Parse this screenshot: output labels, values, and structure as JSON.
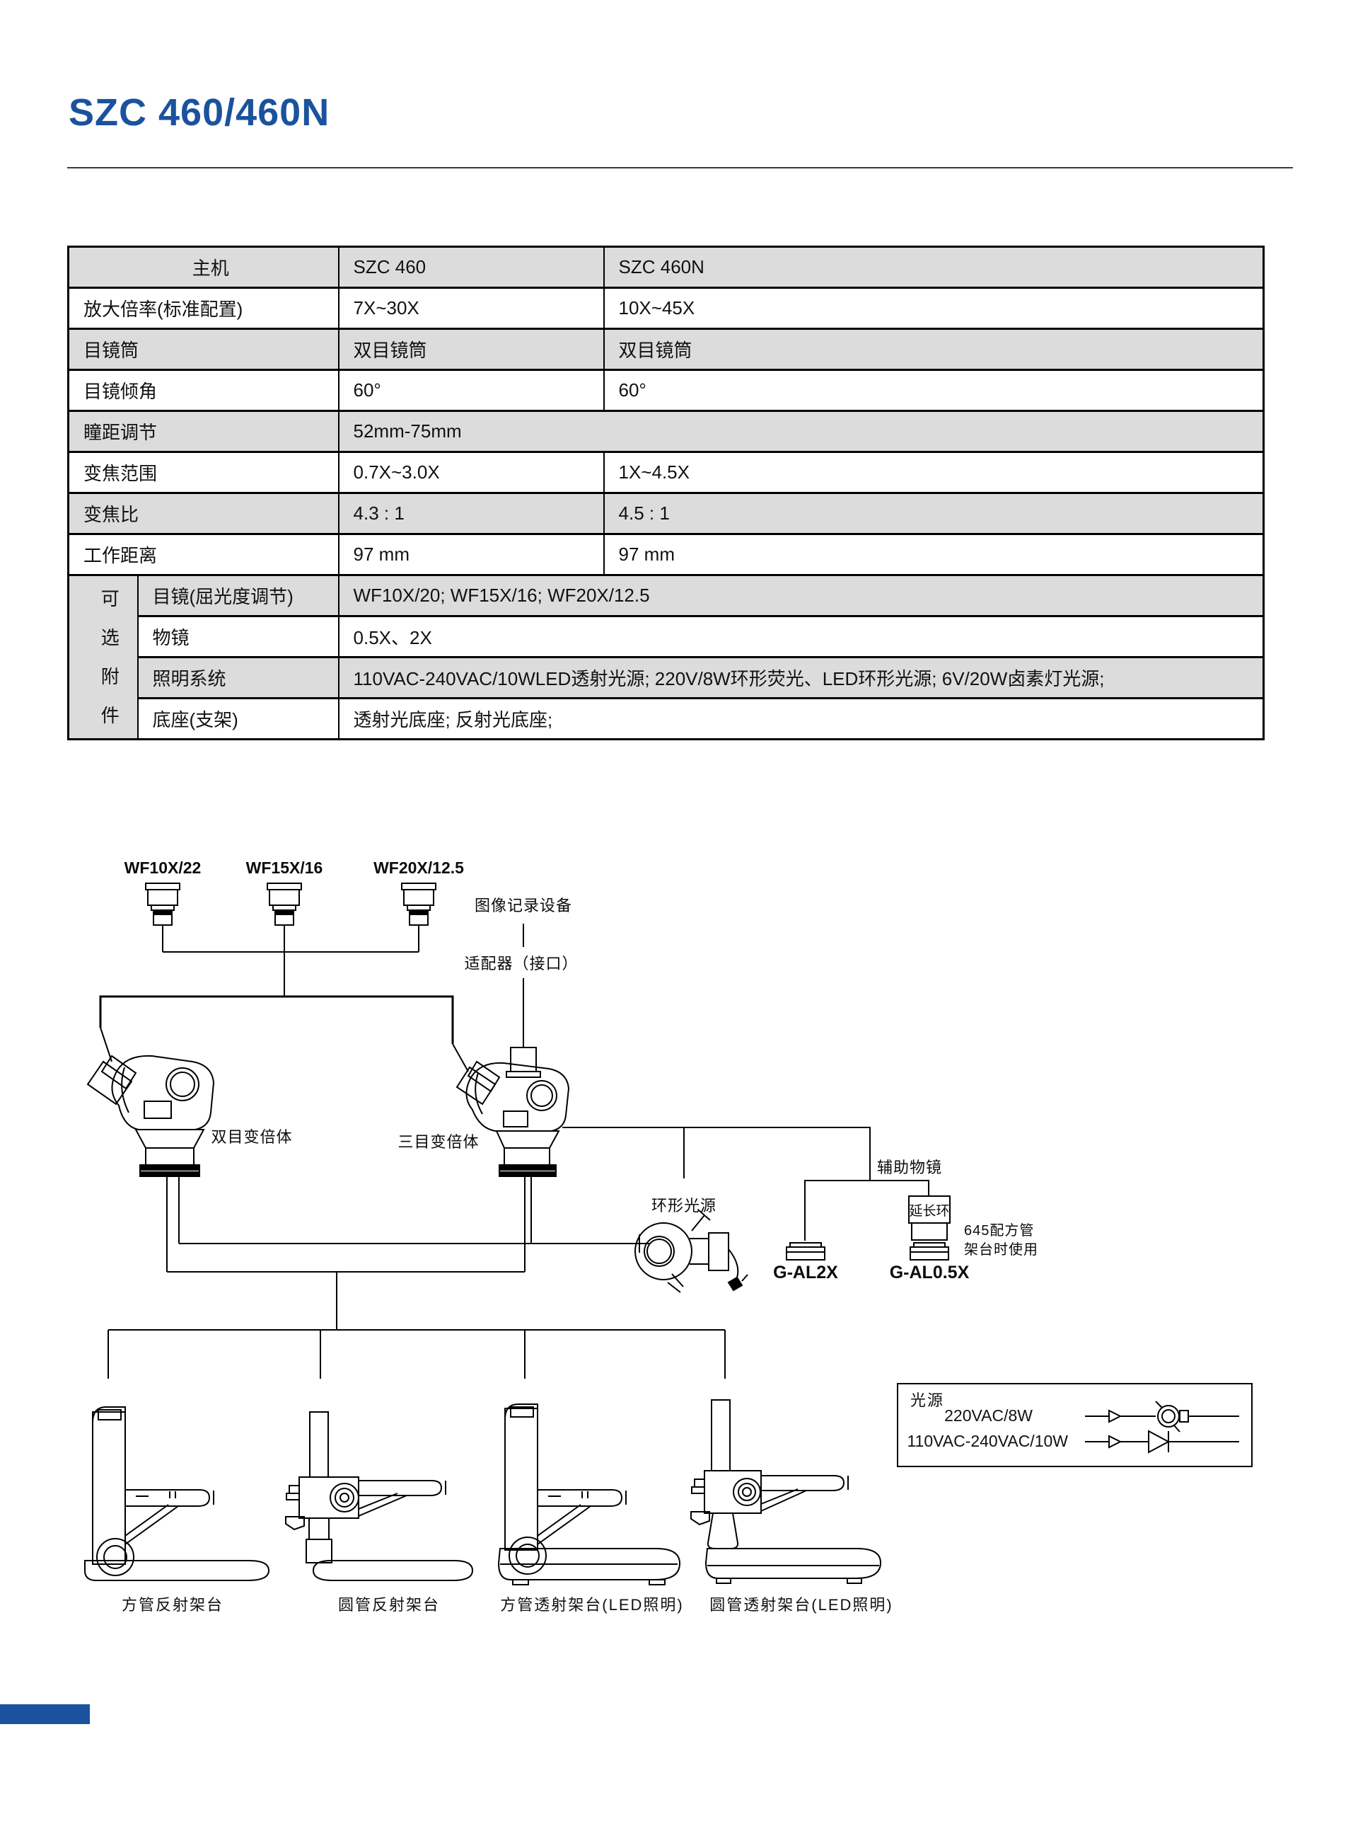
{
  "page": {
    "title": "SZC 460/460N",
    "accent_color": "#1b529e"
  },
  "spec_table": {
    "header": {
      "label": "主机",
      "col1": "SZC 460",
      "col2": "SZC 460N"
    },
    "rows": [
      {
        "label": "放大倍率(标准配置)",
        "col1": "7X~30X",
        "col2": "10X~45X"
      },
      {
        "label": "目镜筒",
        "col1": "双目镜筒",
        "col2": "双目镜筒"
      },
      {
        "label": "目镜倾角",
        "col1": "60°",
        "col2": "60°"
      },
      {
        "label": "瞳距调节",
        "merged": "52mm-75mm"
      },
      {
        "label": "变焦范围",
        "col1": "0.7X~3.0X",
        "col2": "1X~4.5X"
      },
      {
        "label": "变焦比",
        "col1": "4.3 : 1",
        "col2": "4.5 : 1"
      },
      {
        "label": "工作距离",
        "col1": "97 mm",
        "col2": "97 mm"
      }
    ],
    "accessories": {
      "side_chars": [
        "可",
        "选",
        "附",
        "件"
      ],
      "rows": [
        {
          "label": "目镜(屈光度调节)",
          "value": "WF10X/20;  WF15X/16;  WF20X/12.5"
        },
        {
          "label": "物镜",
          "value": "0.5X、2X"
        },
        {
          "label": "照明系统",
          "value": "110VAC-240VAC/10WLED透射光源;  220V/8W环形荧光、LED环形光源;  6V/20W卤素灯光源;"
        },
        {
          "label": "底座(支架)",
          "value": "透射光底座;  反射光底座;"
        }
      ]
    }
  },
  "diagram": {
    "eyepieces": [
      {
        "label": "WF10X/22"
      },
      {
        "label": "WF15X/16"
      },
      {
        "label": "WF20X/12.5"
      }
    ],
    "recorder_label": "图像记录设备",
    "adapter_label": "适配器（接口）",
    "binocular_label": "双目变倍体",
    "trinocular_label": "三目变倍体",
    "ring_light_label": "环形光源",
    "aux_objective_label": "辅助物镜",
    "extension_ring_label": "延长环",
    "note_line1": "645配方管",
    "note_line2": "架台时使用",
    "gal2x_label": "G-AL2X",
    "gal05x_label": "G-AL0.5X",
    "light_source_box": {
      "title": "光源",
      "row1": "220VAC/8W",
      "row2": "110VAC-240VAC/10W"
    },
    "stand_labels": [
      "方管反射架台",
      "圆管反射架台",
      "方管透射架台(LED照明)",
      "圆管透射架台(LED照明)"
    ]
  }
}
